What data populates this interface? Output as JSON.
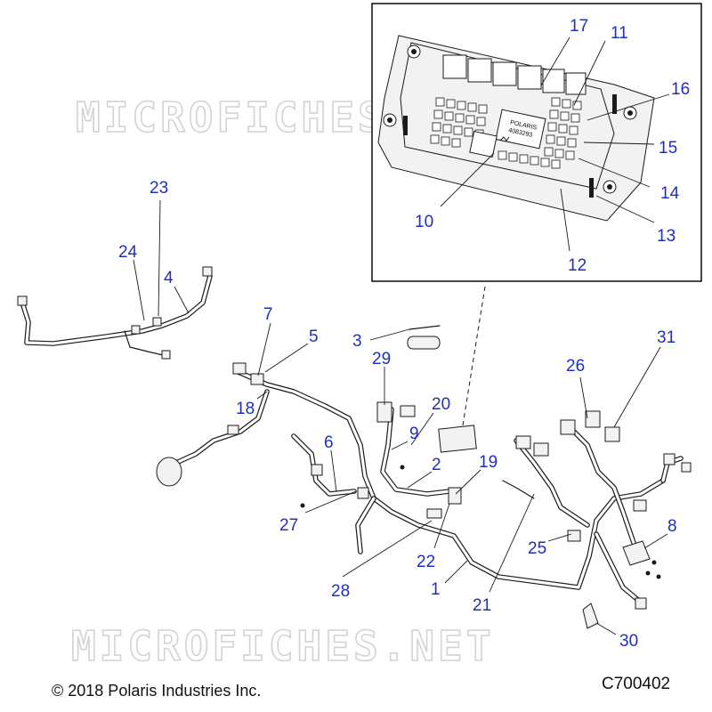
{
  "watermark": {
    "top": "MICROFICHES",
    "bottom": "MICROFICHES.NET"
  },
  "fuse_box_label": {
    "brand": "POLARIS",
    "part_no": "4083293"
  },
  "callouts": [
    {
      "id": "1",
      "label": "1"
    },
    {
      "id": "2",
      "label": "2"
    },
    {
      "id": "3",
      "label": "3"
    },
    {
      "id": "4",
      "label": "4"
    },
    {
      "id": "5",
      "label": "5"
    },
    {
      "id": "6",
      "label": "6"
    },
    {
      "id": "7",
      "label": "7"
    },
    {
      "id": "8",
      "label": "8"
    },
    {
      "id": "9",
      "label": "9"
    },
    {
      "id": "10",
      "label": "10"
    },
    {
      "id": "11",
      "label": "11"
    },
    {
      "id": "12",
      "label": "12"
    },
    {
      "id": "13",
      "label": "13"
    },
    {
      "id": "14",
      "label": "14"
    },
    {
      "id": "15",
      "label": "15"
    },
    {
      "id": "16",
      "label": "16"
    },
    {
      "id": "17",
      "label": "17"
    },
    {
      "id": "18",
      "label": "18"
    },
    {
      "id": "19",
      "label": "19"
    },
    {
      "id": "20",
      "label": "20"
    },
    {
      "id": "21",
      "label": "21"
    },
    {
      "id": "22",
      "label": "22"
    },
    {
      "id": "23",
      "label": "23"
    },
    {
      "id": "24",
      "label": "24"
    },
    {
      "id": "25",
      "label": "25"
    },
    {
      "id": "26",
      "label": "26"
    },
    {
      "id": "27",
      "label": "27"
    },
    {
      "id": "28",
      "label": "28"
    },
    {
      "id": "29",
      "label": "29"
    },
    {
      "id": "30",
      "label": "30"
    },
    {
      "id": "31",
      "label": "31"
    }
  ],
  "footer": {
    "copyright": "© 2018 Polaris Industries Inc.",
    "diagram_code": "C700402"
  },
  "colors": {
    "callout": "#1f2fbf",
    "line": "#1a1a1a",
    "watermark": "#d3d3d3"
  }
}
